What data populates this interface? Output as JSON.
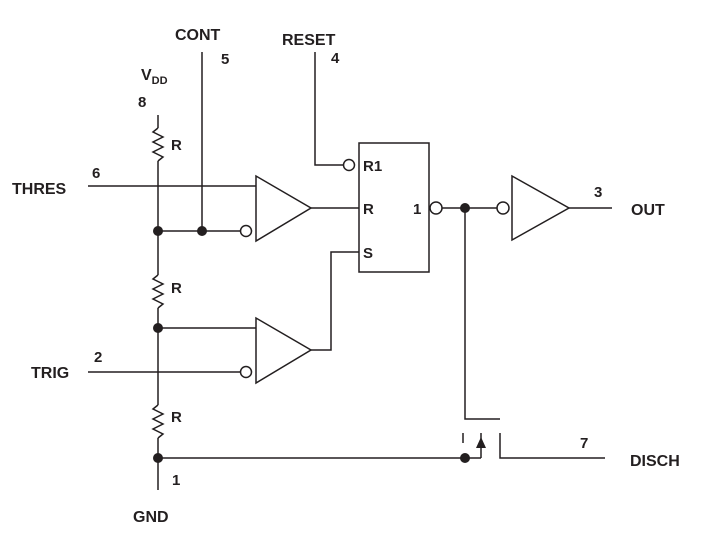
{
  "pins": {
    "cont": {
      "name": "CONT",
      "number": "5"
    },
    "reset": {
      "name": "RESET",
      "number": "4"
    },
    "vdd": {
      "name": "V",
      "subscript": "DD",
      "number": "8"
    },
    "thres": {
      "name": "THRES",
      "number": "6"
    },
    "trig": {
      "name": "TRIG",
      "number": "2"
    },
    "gnd": {
      "name": "GND",
      "number": "1"
    },
    "out": {
      "name": "OUT",
      "number": "3"
    },
    "disch": {
      "name": "DISCH",
      "number": "7"
    }
  },
  "resistors": [
    "R",
    "R",
    "R"
  ],
  "flipflop": {
    "r1": "R1",
    "r": "R",
    "s": "S",
    "q": "1"
  },
  "colors": {
    "ink": "#231f20",
    "background": "#ffffff"
  }
}
